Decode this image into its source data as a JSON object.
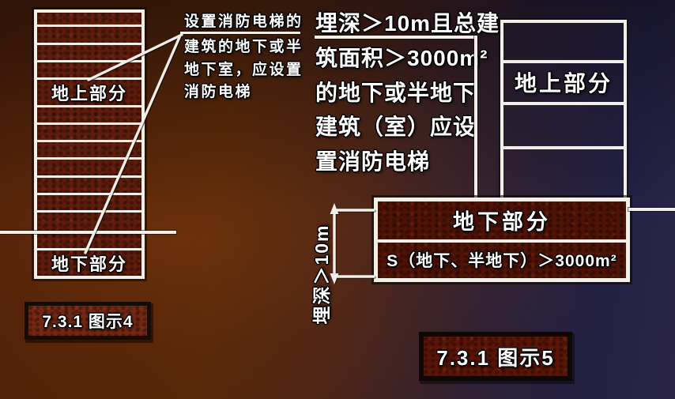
{
  "figure4": {
    "caption": "7.3.1 图示4",
    "building": {
      "above_ground_label": "地上部分",
      "below_ground_label": "地下部分"
    },
    "annotation_lines": [
      "设置消防电梯的",
      "建筑的地下或半",
      "地下室，应设置",
      "消防电梯"
    ]
  },
  "figure5": {
    "caption": "7.3.1 图示5",
    "note_lines": [
      "埋深＞10m且总建",
      "筑面积＞3000m²",
      "的地下或半地下",
      "建筑（室）应设",
      "置消防电梯"
    ],
    "building": {
      "above_ground_label": "地上部分"
    },
    "underground": {
      "title": "地下部分",
      "area_label": "S（地下、半地下）＞3000m²"
    },
    "dimension_label": "埋深＞10m"
  },
  "colors": {
    "brick": "#5d1c0c",
    "ubox": "#4f1206",
    "cap1bg": "#722712",
    "cap2bg": "#5a1507",
    "line": "#f2efe8"
  }
}
